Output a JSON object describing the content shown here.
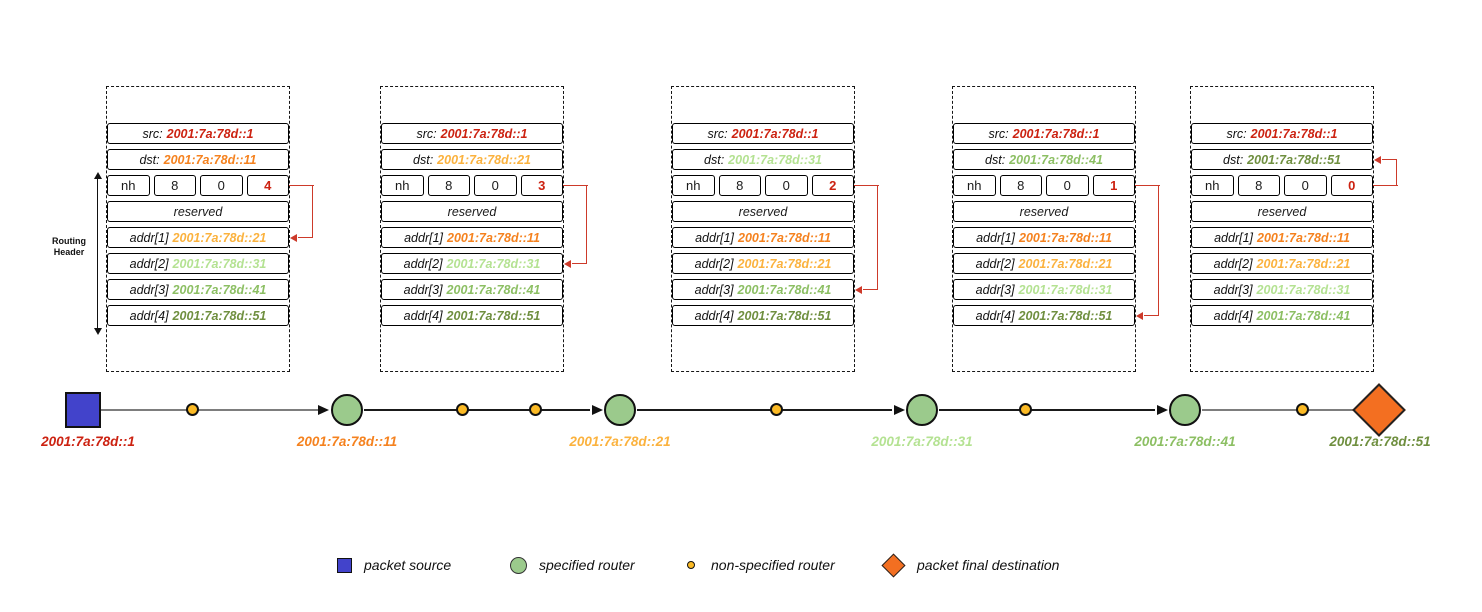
{
  "routing_header": {
    "line1": "Routing",
    "line2": "Header"
  },
  "packets": [
    {
      "src_label": "src:",
      "src_value": "2001:7a:78d::1",
      "dst_label": "dst:",
      "dst_value": "2001:7a:78d::11",
      "next_header_label": "nh",
      "hdr_ext_len": "8",
      "routing_type": "0",
      "segments_left": "4",
      "reserved_label": "reserved",
      "addrs": [
        {
          "label": "addr[1]",
          "value": "2001:7a:78d::21"
        },
        {
          "label": "addr[2]",
          "value": "2001:7a:78d::31"
        },
        {
          "label": "addr[3]",
          "value": "2001:7a:78d::41"
        },
        {
          "label": "addr[4]",
          "value": "2001:7a:78d::51"
        }
      ]
    },
    {
      "src_label": "src:",
      "src_value": "2001:7a:78d::1",
      "dst_label": "dst:",
      "dst_value": "2001:7a:78d::21",
      "next_header_label": "nh",
      "hdr_ext_len": "8",
      "routing_type": "0",
      "segments_left": "3",
      "reserved_label": "reserved",
      "addrs": [
        {
          "label": "addr[1]",
          "value": "2001:7a:78d::11"
        },
        {
          "label": "addr[2]",
          "value": "2001:7a:78d::31"
        },
        {
          "label": "addr[3]",
          "value": "2001:7a:78d::41"
        },
        {
          "label": "addr[4]",
          "value": "2001:7a:78d::51"
        }
      ]
    },
    {
      "src_label": "src:",
      "src_value": "2001:7a:78d::1",
      "dst_label": "dst:",
      "dst_value": "2001:7a:78d::31",
      "next_header_label": "nh",
      "hdr_ext_len": "8",
      "routing_type": "0",
      "segments_left": "2",
      "reserved_label": "reserved",
      "addrs": [
        {
          "label": "addr[1]",
          "value": "2001:7a:78d::11"
        },
        {
          "label": "addr[2]",
          "value": "2001:7a:78d::21"
        },
        {
          "label": "addr[3]",
          "value": "2001:7a:78d::41"
        },
        {
          "label": "addr[4]",
          "value": "2001:7a:78d::51"
        }
      ]
    },
    {
      "src_label": "src:",
      "src_value": "2001:7a:78d::1",
      "dst_label": "dst:",
      "dst_value": "2001:7a:78d::41",
      "next_header_label": "nh",
      "hdr_ext_len": "8",
      "routing_type": "0",
      "segments_left": "1",
      "reserved_label": "reserved",
      "addrs": [
        {
          "label": "addr[1]",
          "value": "2001:7a:78d::11"
        },
        {
          "label": "addr[2]",
          "value": "2001:7a:78d::21"
        },
        {
          "label": "addr[3]",
          "value": "2001:7a:78d::31"
        },
        {
          "label": "addr[4]",
          "value": "2001:7a:78d::51"
        }
      ]
    },
    {
      "src_label": "src:",
      "src_value": "2001:7a:78d::1",
      "dst_label": "dst:",
      "dst_value": "2001:7a:78d::51",
      "next_header_label": "nh",
      "hdr_ext_len": "8",
      "routing_type": "0",
      "segments_left": "0",
      "reserved_label": "reserved",
      "addrs": [
        {
          "label": "addr[1]",
          "value": "2001:7a:78d::11"
        },
        {
          "label": "addr[2]",
          "value": "2001:7a:78d::21"
        },
        {
          "label": "addr[3]",
          "value": "2001:7a:78d::31"
        },
        {
          "label": "addr[4]",
          "value": "2001:7a:78d::41"
        }
      ]
    }
  ],
  "timeline": {
    "source_label": "2001:7a:78d::1",
    "router_labels": [
      "2001:7a:78d::11",
      "2001:7a:78d::21",
      "2001:7a:78d::31",
      "2001:7a:78d::41"
    ],
    "destination_label": "2001:7a:78d::51"
  },
  "legend": {
    "items": [
      {
        "icon": "packet-source-square",
        "label": "packet source"
      },
      {
        "icon": "specified-router-circle",
        "label": "specified router"
      },
      {
        "icon": "non-specified-router-dot",
        "label": "non-specified router"
      },
      {
        "icon": "packet-final-destination-diamond",
        "label": "packet final destination"
      }
    ]
  },
  "colors": {
    "src_red": "#cc2211",
    "addr_11_orange": "#f5821f",
    "addr_21_amber": "#fbb23e",
    "addr_31_light_green": "#b4e292",
    "addr_41_green": "#8cbf63",
    "addr_51_olive": "#6f8f3f",
    "pointer_arrow_red": "#cd3a2a",
    "source_square_blue": "#4243cb",
    "specified_router_green": "#9bca8c",
    "non_specified_router_yellow": "#fbba25",
    "destination_diamond_orange": "#f36f21"
  }
}
